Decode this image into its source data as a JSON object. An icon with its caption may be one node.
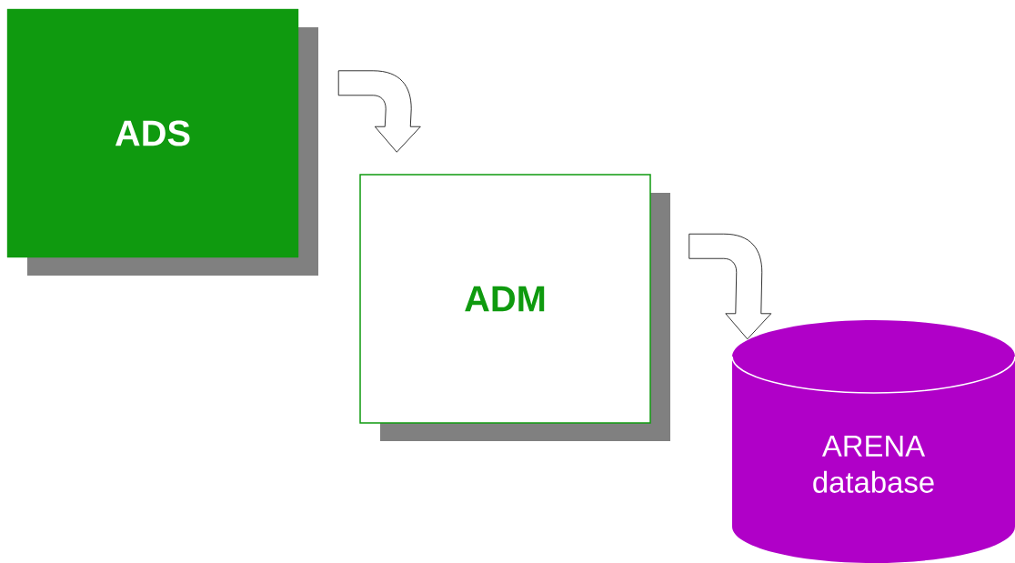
{
  "diagram": {
    "nodes": [
      {
        "text": [
          "ADS"
        ]
      },
      {
        "text": [
          "ADM"
        ]
      },
      {
        "text": [
          "ARENA database"
        ]
      }
    ],
    "edges": [
      {
        "from": 0,
        "to": 1,
        "arrow": "to"
      },
      {
        "from": 1,
        "to": 2,
        "arrow": "to"
      }
    ]
  }
}
